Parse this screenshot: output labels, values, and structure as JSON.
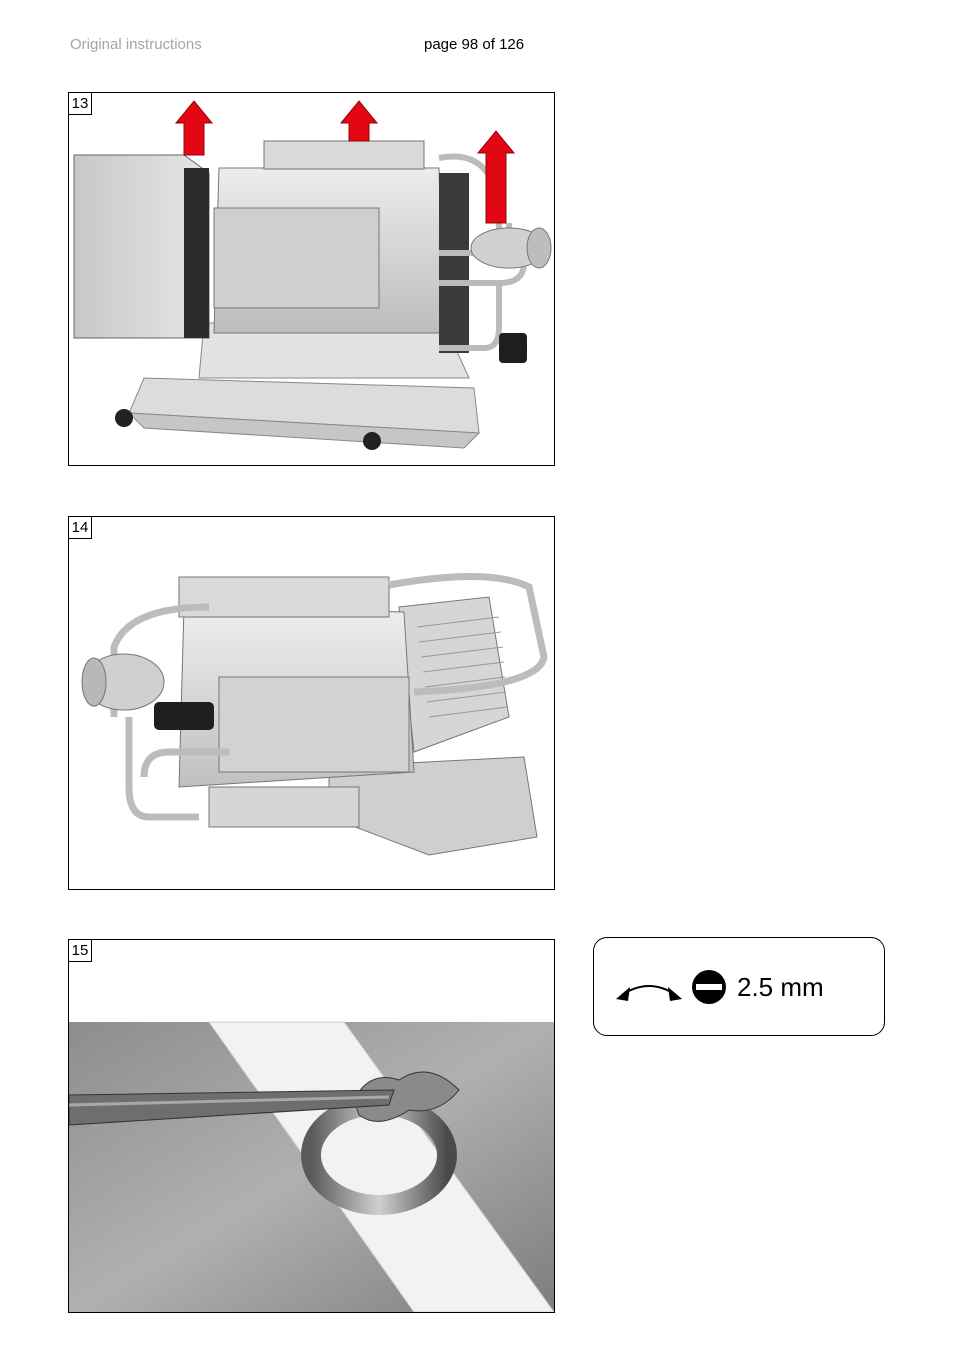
{
  "header": {
    "left_text": "Original instructions",
    "page_label": "page 98 of 126"
  },
  "figures": [
    {
      "number": "13",
      "content": "vacuum pump with three upward arrows"
    },
    {
      "number": "14",
      "content": "vacuum pump assembly view"
    },
    {
      "number": "15",
      "content": "screwdriver opening hose clamp"
    }
  ],
  "tool_note": {
    "icons": [
      "rotate-both-directions-icon",
      "flat-screwdriver-icon"
    ],
    "size": "2.5 mm"
  },
  "colors": {
    "arrow_red": "#e30613",
    "header_grey": "#a6a6a6",
    "metal": "#d4d4d4"
  }
}
